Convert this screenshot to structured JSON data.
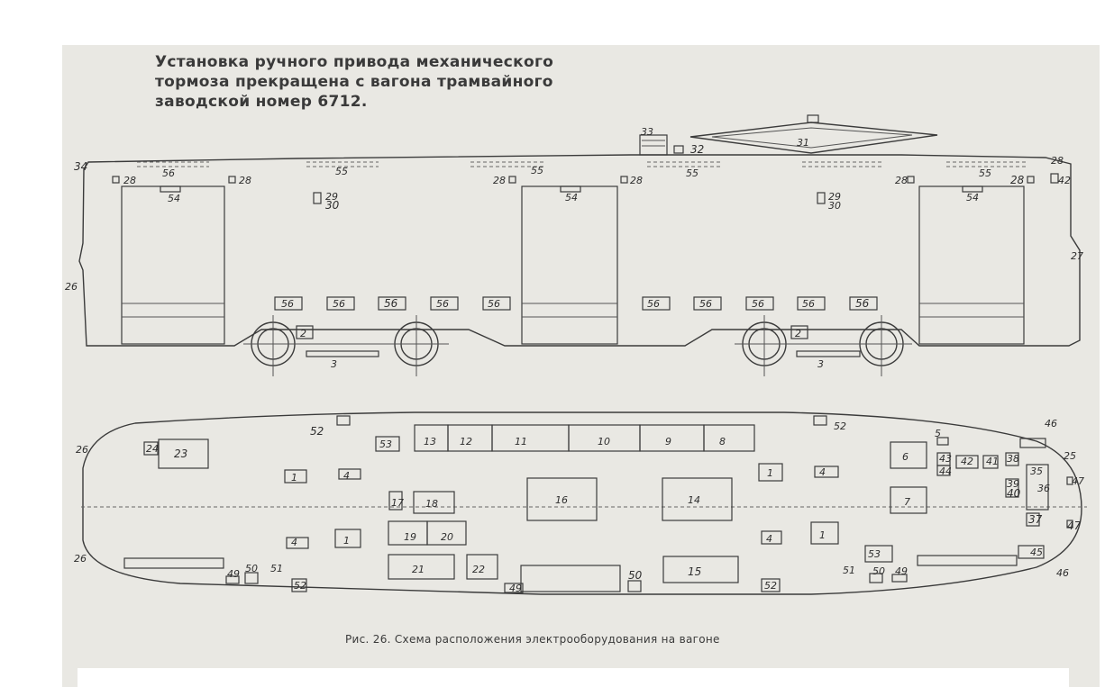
{
  "note": {
    "line1": "Установка ручного привода механического",
    "line2": "тормоза прекращена с вагона трамвайного",
    "line3": "заводской номер 6712."
  },
  "caption": "Рис. 26. Схема расположения электрооборудования на вагоне",
  "side_view_labels": [
    "34",
    "28",
    "56",
    "28",
    "54",
    "55",
    "29",
    "30",
    "28",
    "55",
    "28",
    "54",
    "28",
    "33",
    "32",
    "31",
    "55",
    "29",
    "30",
    "28",
    "55",
    "28",
    "54",
    "42",
    "27",
    "26",
    "56",
    "56",
    "56",
    "56",
    "56",
    "56",
    "56",
    "56",
    "56",
    "56",
    "2",
    "3",
    "2",
    "3"
  ],
  "plan_view_labels": [
    "52",
    "53",
    "13",
    "12",
    "11",
    "10",
    "9",
    "8",
    "52",
    "46",
    "5",
    "25",
    "26",
    "24",
    "23",
    "6",
    "43",
    "42",
    "41",
    "38",
    "1",
    "4",
    "1",
    "4",
    "44",
    "35",
    "36",
    "39",
    "40",
    "47",
    "17",
    "18",
    "16",
    "14",
    "7",
    "37",
    "19",
    "20",
    "4",
    "1",
    "4",
    "1",
    "47",
    "53",
    "21",
    "22",
    "49",
    "50",
    "51",
    "15",
    "26",
    "51",
    "50",
    "49",
    "46",
    "49",
    "50",
    "52",
    "52",
    "45"
  ],
  "colors": {
    "paper": "#e9e8e3",
    "ink": "#3b3b3b"
  }
}
